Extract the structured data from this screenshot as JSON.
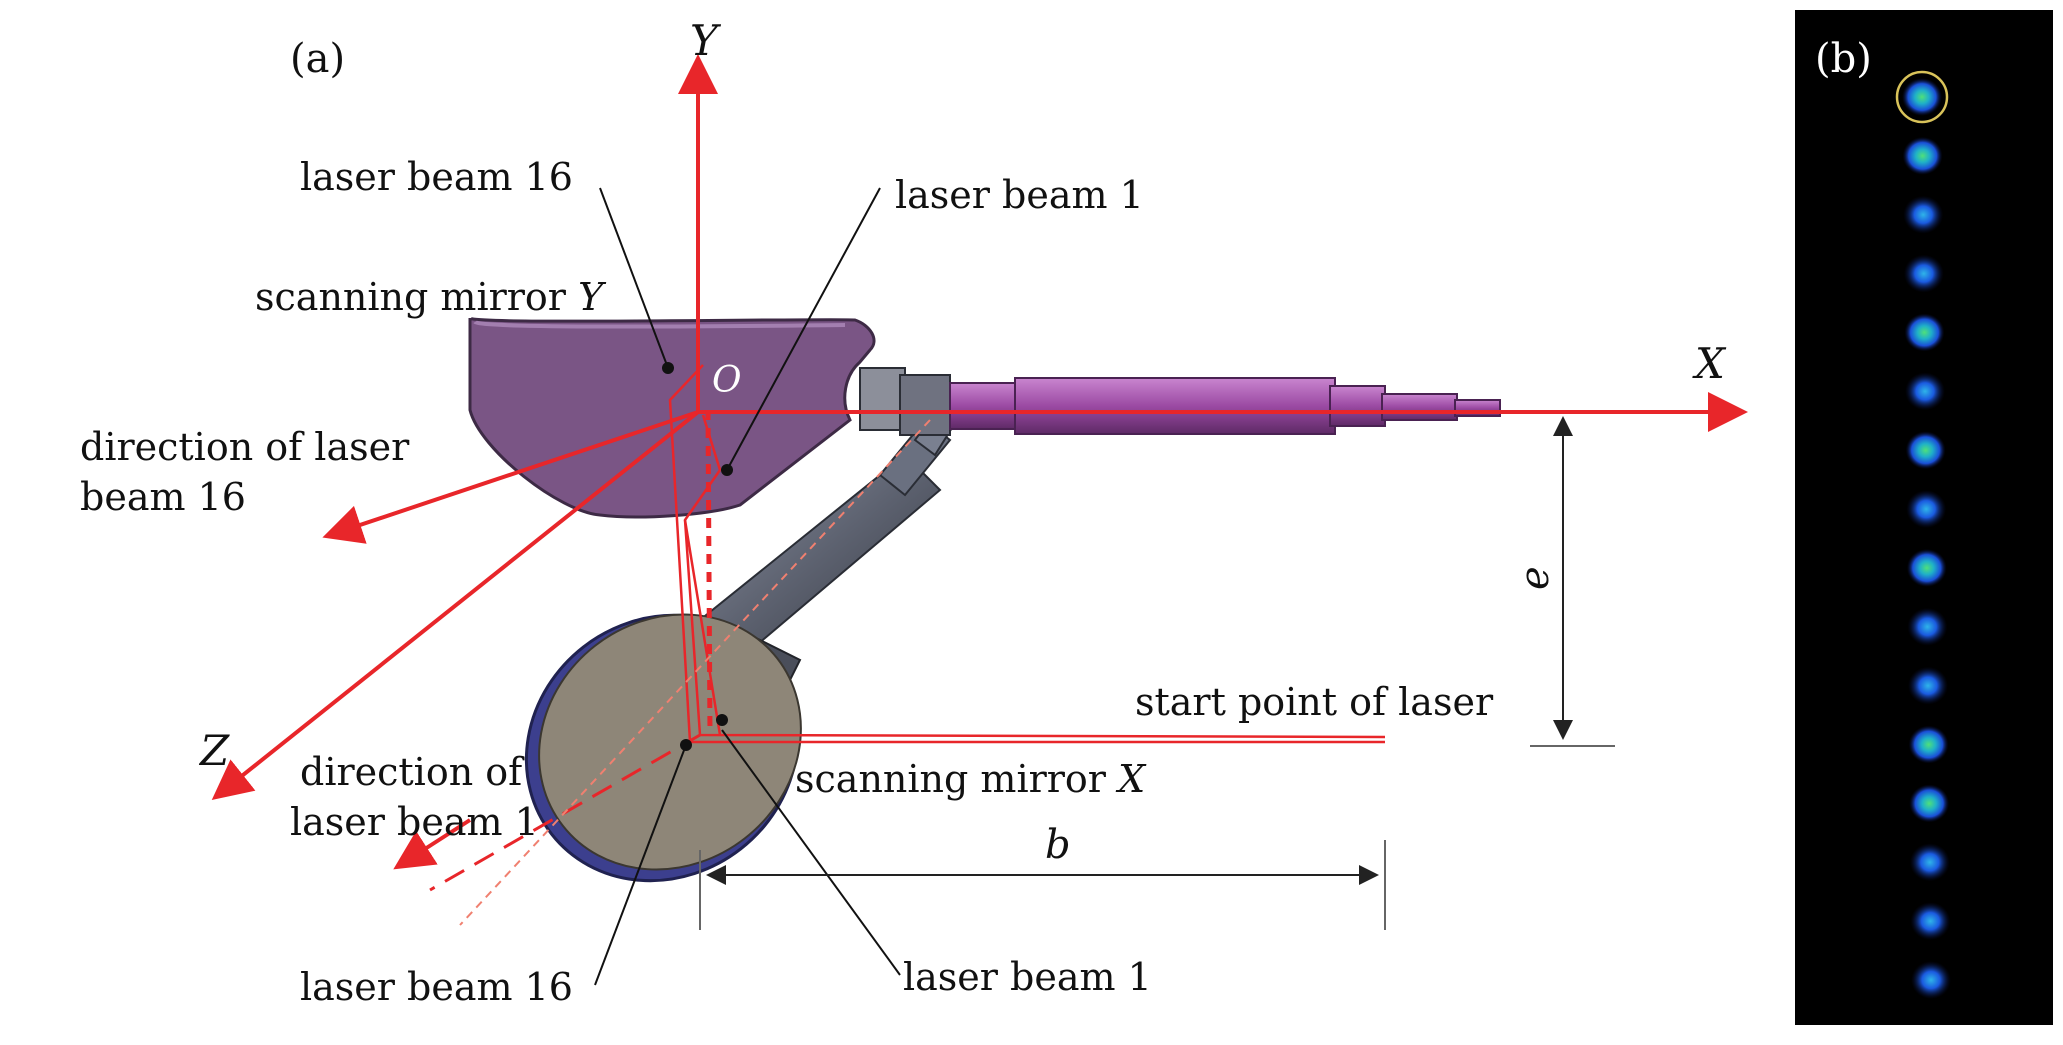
{
  "panels": {
    "a": {
      "label": "(a)"
    },
    "b": {
      "label": "(b)",
      "spot_count": 16,
      "highlighted_spot": 1
    }
  },
  "axes": {
    "x": "X",
    "y": "Y",
    "z": "Z",
    "origin": "O"
  },
  "labels": {
    "laser_beam_16_top": "laser beam 16",
    "laser_beam_1_top": "laser beam 1",
    "scanning_mirror_y_text": "scanning mirror ",
    "scanning_mirror_y_axis": "Y",
    "direction_beam16_line1": "direction of laser",
    "direction_beam16_line2": "beam 16",
    "direction_beam1_line1": "direction of",
    "direction_beam1_line2": "laser beam 1",
    "start_point": "start point of laser",
    "scanning_mirror_x_text": "scanning mirror ",
    "scanning_mirror_x_axis": "X",
    "laser_beam_16_bottom": "laser beam 16",
    "laser_beam_1_bottom": "laser beam 1"
  },
  "dimensions": {
    "b": "b",
    "e": "e"
  },
  "colors": {
    "axis_red": "#e8262a",
    "mirror_y": "#7a5585",
    "shaft_y": "#9b4aa3",
    "mirror_x_face": "#8e8678",
    "mirror_x_rim": "#3c3f8e",
    "shaft_x": "#5d6270",
    "spot_panel_bg": "#000000"
  }
}
